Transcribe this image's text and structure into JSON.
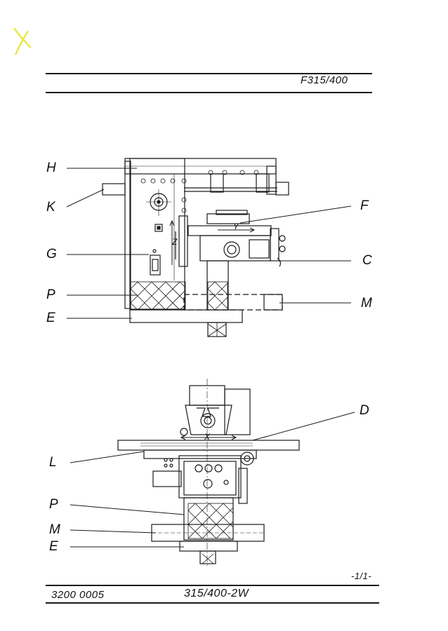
{
  "header": {
    "code": "F315/400"
  },
  "labels": {
    "H": "H",
    "K": "K",
    "G": "G",
    "P1": "P",
    "E1": "E",
    "F": "F",
    "C": "C",
    "M1": "M",
    "D": "D",
    "L": "L",
    "P2": "P",
    "M2": "M",
    "E2": "E"
  },
  "axes": {
    "y": "Y",
    "z": "Z",
    "x": "X"
  },
  "footer": {
    "page": "-1/1-",
    "doc_number": "3200 0005",
    "model": "315/400-2W"
  },
  "colors": {
    "ink": "#1a1a1a",
    "mark": "#e8e84a"
  }
}
